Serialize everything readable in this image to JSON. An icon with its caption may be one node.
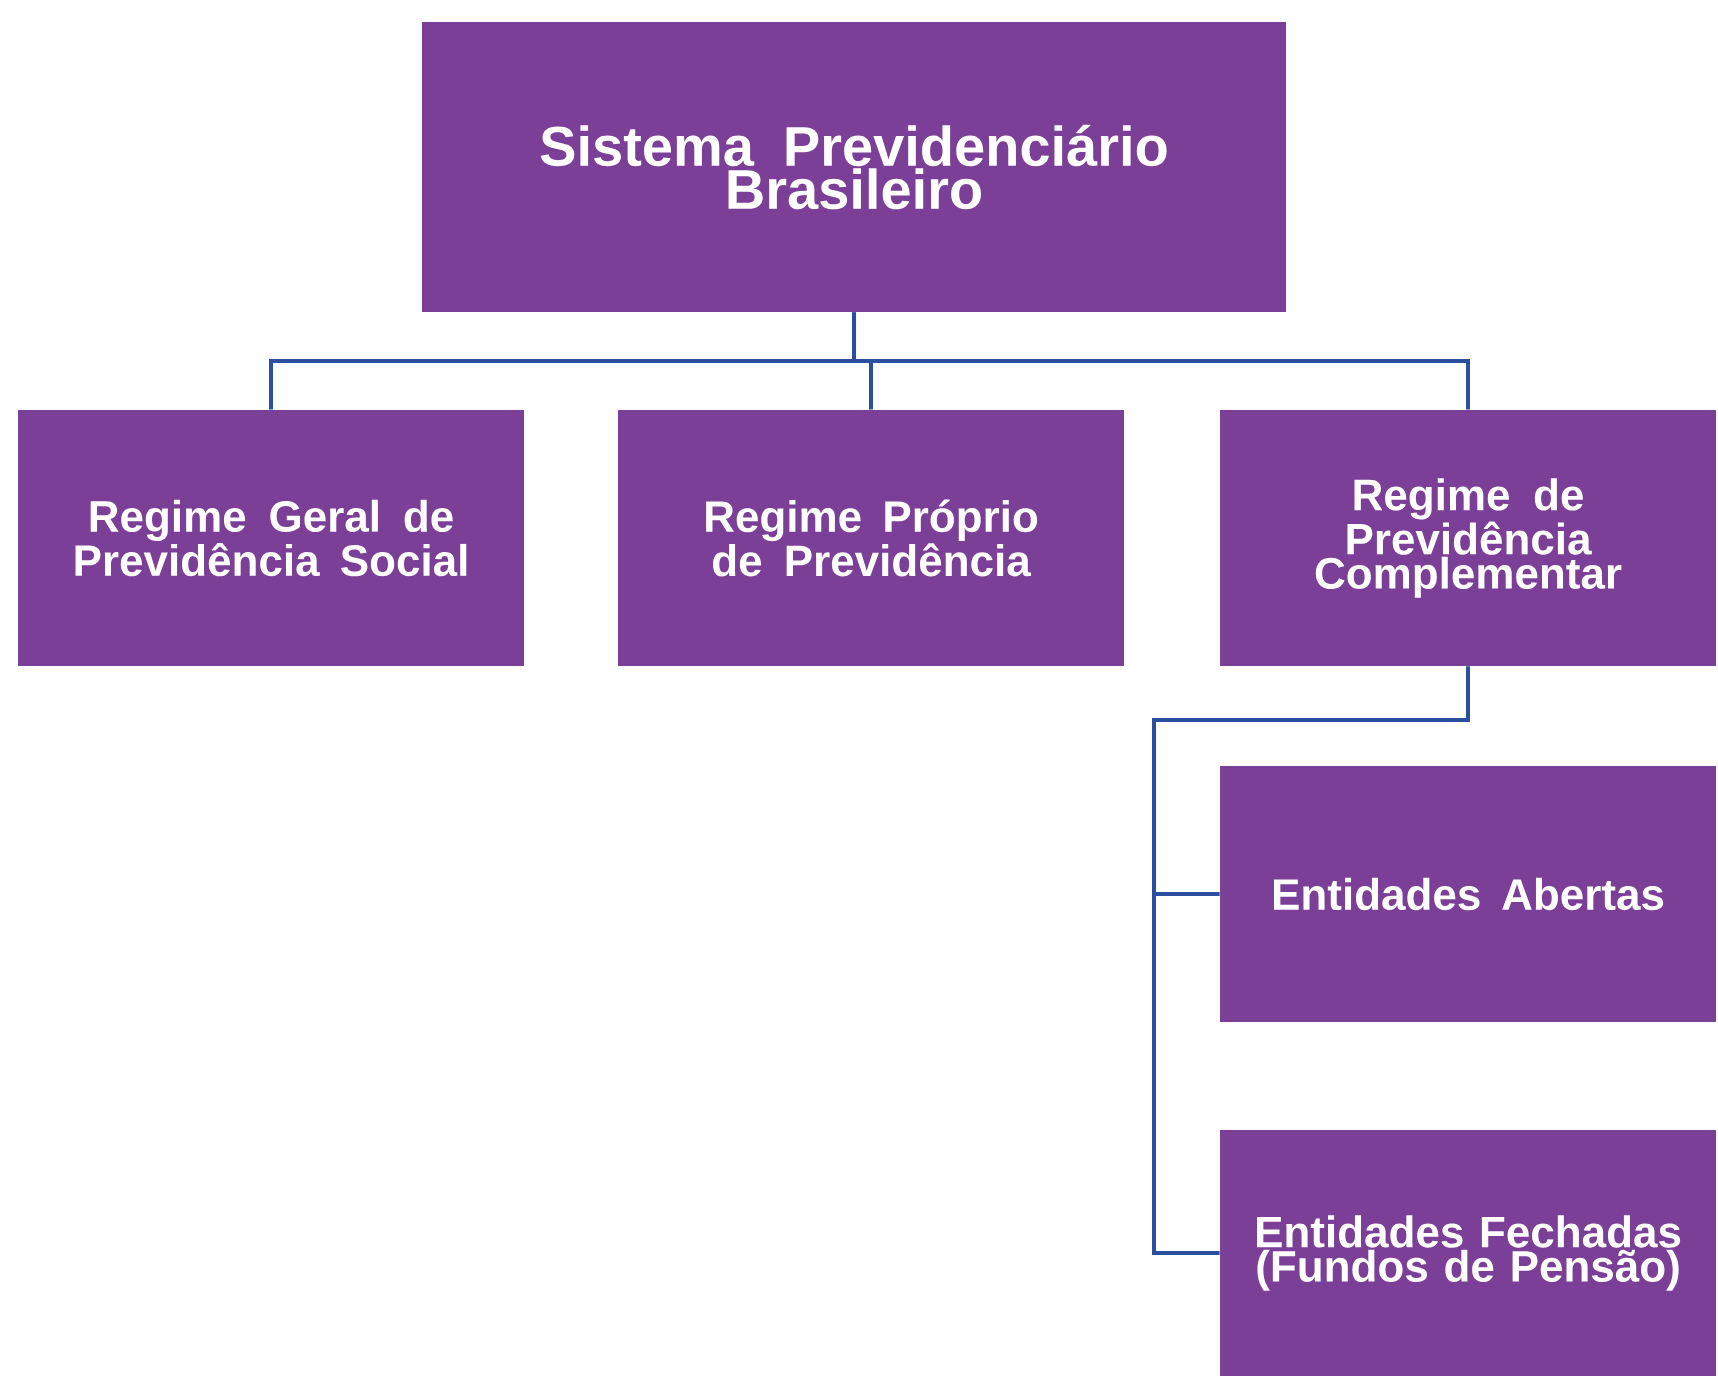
{
  "diagram": {
    "nodes": [
      {
        "text": [
          "Sistema Previdenciário Brasileiro"
        ]
      },
      {
        "text": [
          "Regime Geral de Previdência Social"
        ]
      },
      {
        "text": [
          "Regime Próprio de Previdência"
        ]
      },
      {
        "text": [
          "Regime de Previdência Complementar"
        ]
      },
      {
        "text": [
          "Entidades Abertas"
        ]
      },
      {
        "text": [
          "Entidades Fechadas (Fundos de Pensão)"
        ]
      }
    ],
    "edges": [
      {
        "from": 0,
        "to": 1,
        "arrow": "none"
      },
      {
        "from": 0,
        "to": 2,
        "arrow": "none"
      },
      {
        "from": 0,
        "to": 3,
        "arrow": "none"
      },
      {
        "from": 3,
        "to": 4,
        "arrow": "none"
      },
      {
        "from": 3,
        "to": 5,
        "arrow": "none"
      }
    ]
  }
}
